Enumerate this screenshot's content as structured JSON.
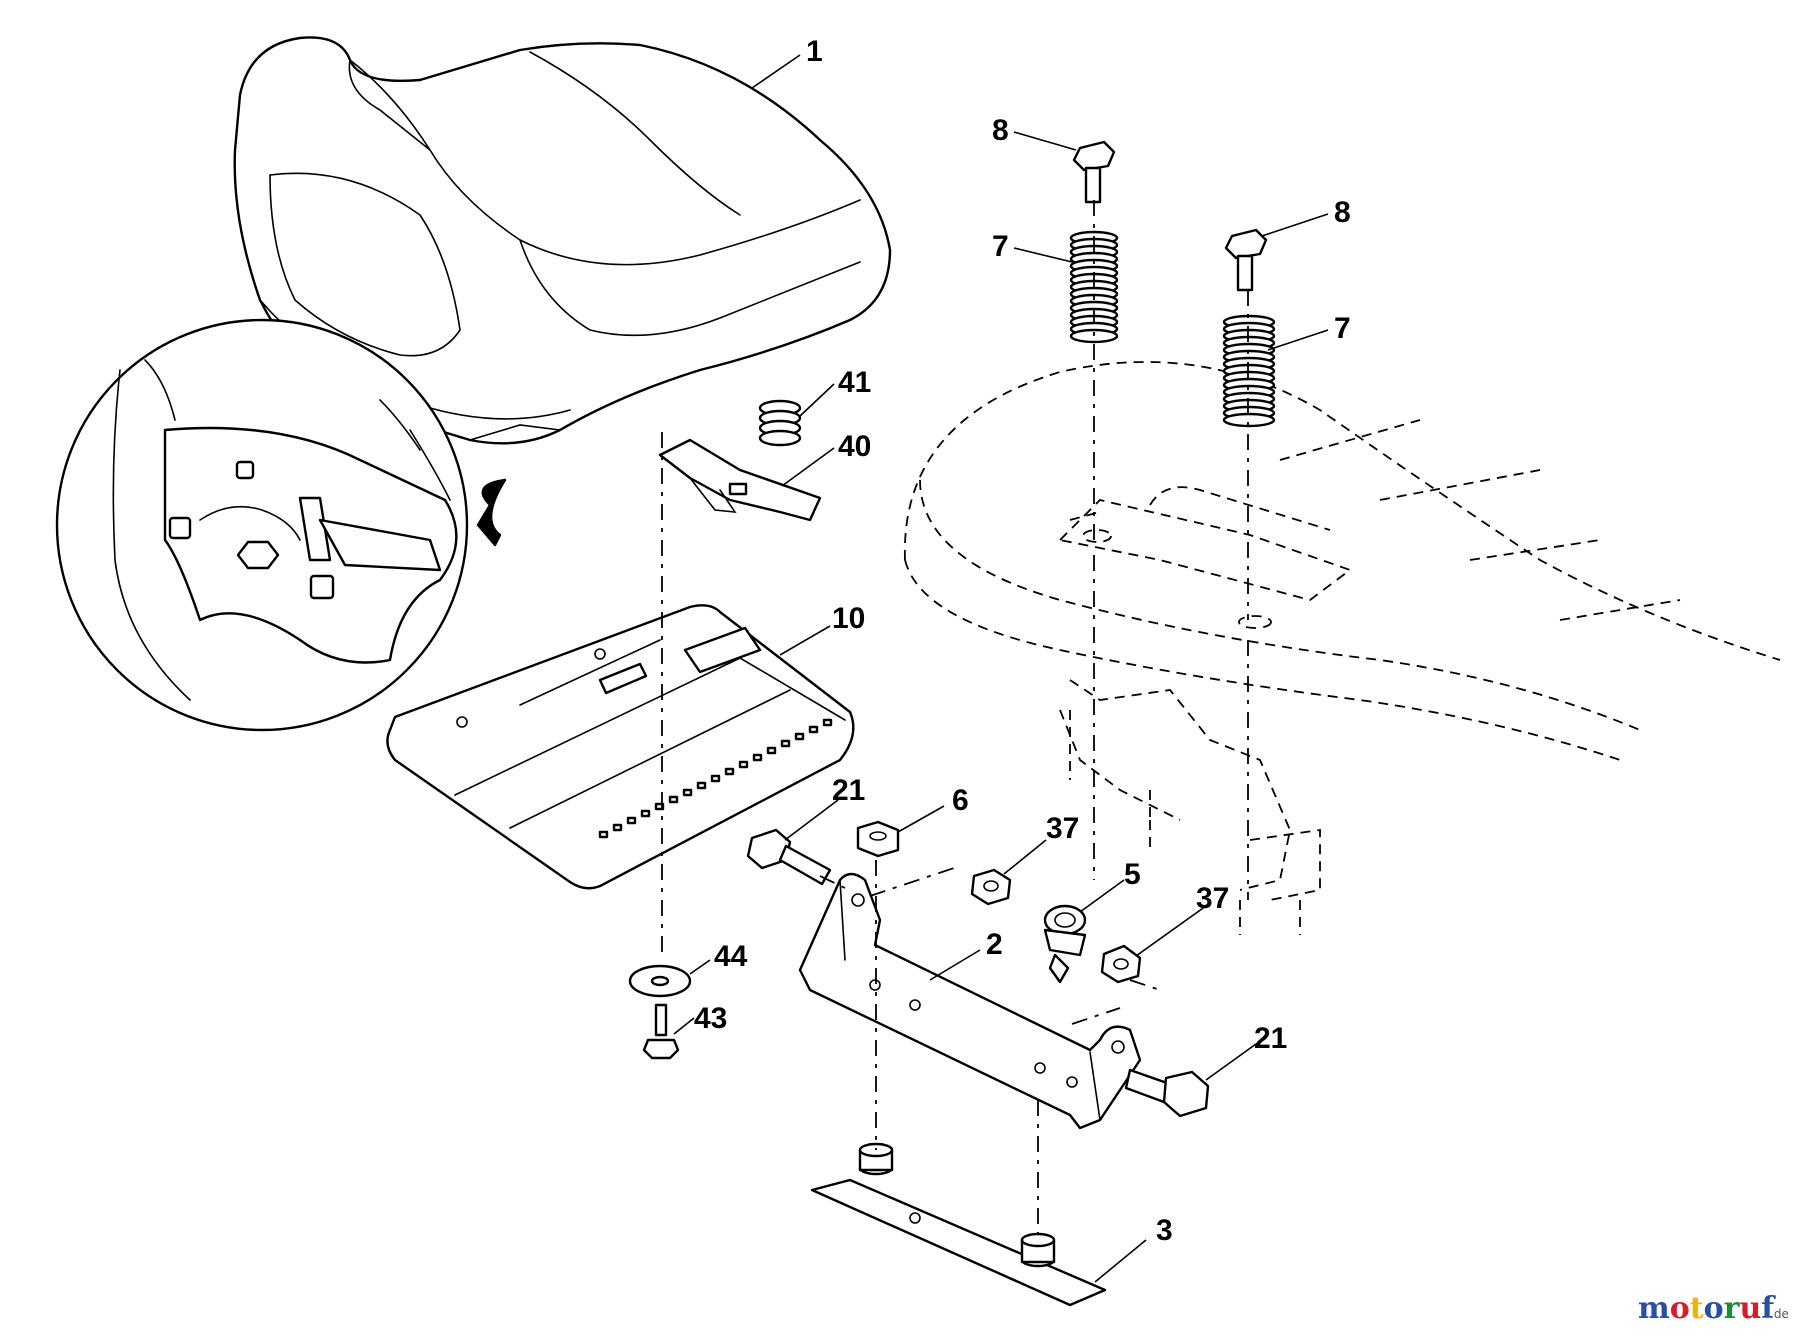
{
  "diagram": {
    "callouts": {
      "seat": "1",
      "bracket": "2",
      "plate": "3",
      "clip": "5",
      "nut_center": "6",
      "spring_left": "7",
      "spring_right": "7",
      "bolt_left": "8",
      "bolt_right": "8",
      "seat_pan": "10",
      "bolt_left_lower": "21",
      "bolt_right_lower": "21",
      "nut_left": "37",
      "nut_right": "37",
      "latch": "40",
      "small_spring": "41",
      "screw": "43",
      "washer": "44"
    }
  },
  "watermark": {
    "brand": "motoruf",
    "suffix": ".de",
    "colors": [
      "#2a4fa0",
      "#d11f2f",
      "#f0b400",
      "#2a4fa0",
      "#1e8a3c",
      "#d11f2f",
      "#2a4fa0"
    ]
  }
}
